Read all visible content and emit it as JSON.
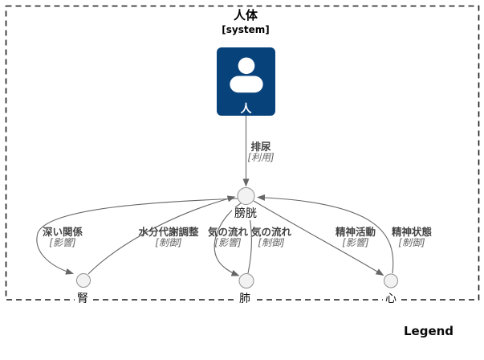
{
  "diagram": {
    "title": "人体",
    "title_type": "[system]",
    "legend_label": "Legend"
  },
  "person": {
    "label": "人",
    "icon": "person-icon"
  },
  "nodes": {
    "bladder": {
      "label": "膀胱"
    },
    "kidney": {
      "label": "腎"
    },
    "lung": {
      "label": "肺"
    },
    "heart": {
      "label": "心"
    }
  },
  "edges": {
    "urination": {
      "from": "人",
      "to": "膀胱",
      "label": "排尿",
      "type": "[利用]"
    },
    "deep_relation": {
      "from": "膀胱",
      "to": "腎",
      "label": "深い関係",
      "type": "[影響]"
    },
    "water_metabolism": {
      "from": "腎",
      "to": "膀胱",
      "label": "水分代謝調整",
      "type": "[制御]"
    },
    "qi_flow_influence": {
      "from": "膀胱",
      "to": "肺",
      "label": "気の流れ",
      "type": "[影響]"
    },
    "qi_flow_control": {
      "from": "肺",
      "to": "膀胱",
      "label": "気の流れ",
      "type": "[制御]"
    },
    "mental_activity": {
      "from": "膀胱",
      "to": "心",
      "label": "精神活動",
      "type": "[影響]"
    },
    "mental_state": {
      "from": "心",
      "to": "膀胱",
      "label": "精神状態",
      "type": "[制御]"
    }
  },
  "colors": {
    "person_fill": "#08427B",
    "person_icon": "#ffffff",
    "edge": "#666666",
    "arrowhead": "#666666",
    "node_fill": "#f2f2f2",
    "node_stroke": "#909090",
    "boundary": "#1a1a1a",
    "label_bold": "#444444",
    "label_italic": "#666666"
  }
}
